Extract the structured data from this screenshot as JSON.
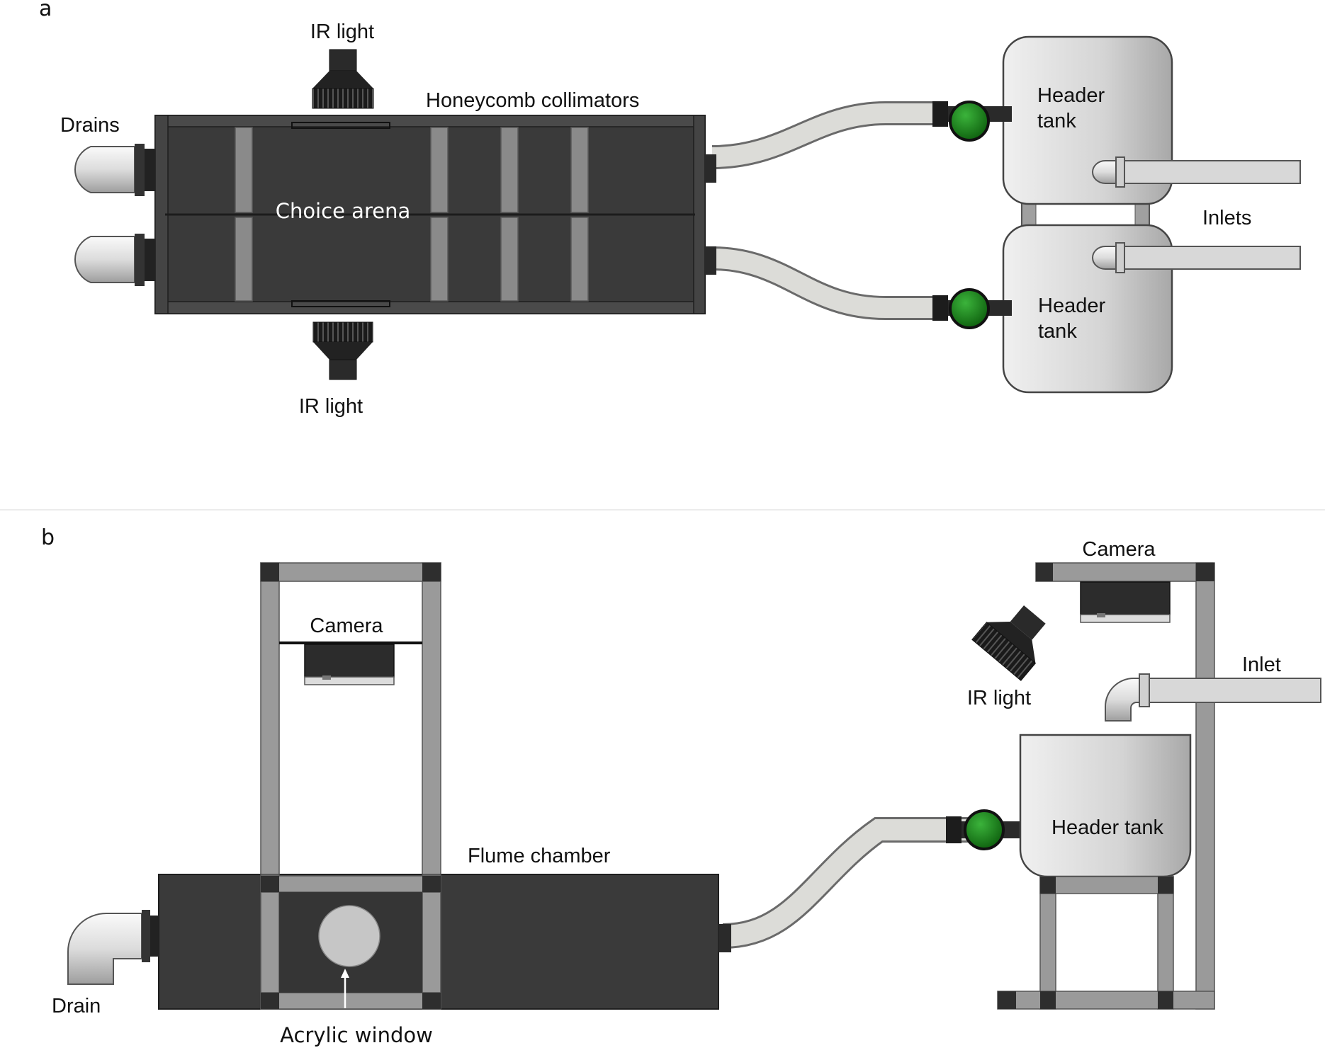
{
  "panels": {
    "a": {
      "letter": "a",
      "labels": {
        "ir_light_top": "IR light",
        "ir_light_bottom": "IR light",
        "honeycomb": "Honeycomb collimators",
        "drains": "Drains",
        "choice_arena": "Choice arena",
        "header_tank_top_1": "Header",
        "header_tank_top_2": "tank",
        "header_tank_bottom_1": "Header",
        "header_tank_bottom_2": "tank",
        "inlets": "Inlets"
      }
    },
    "b": {
      "letter": "b",
      "labels": {
        "camera_left": "Camera",
        "camera_right": "Camera",
        "ir_light": "IR light",
        "inlet": "Inlet",
        "header_tank": "Header tank",
        "flume_chamber": "Flume chamber",
        "drain": "Drain",
        "acrylic_window": "Acrylic window"
      }
    }
  },
  "colors": {
    "chamber": "#3a3a3a",
    "chamber_edge": "#222222",
    "collimator": "#8a8a8a",
    "frame": "#9a9a9a",
    "frame_joint": "#2e2e2e",
    "tank": "#d2d2d2",
    "pipe": "#d8d8d4",
    "valve": "#1f8a1f",
    "valve_body": "#2a2a2a",
    "window": "#c6c6c6"
  }
}
